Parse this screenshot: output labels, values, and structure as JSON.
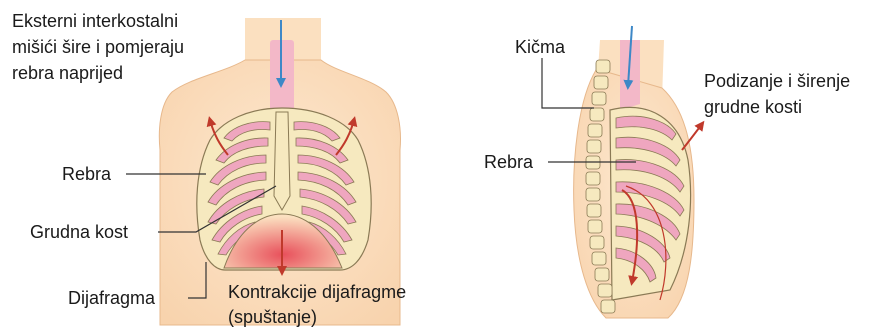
{
  "left_diagram": {
    "labels": {
      "intercostal_line1": "Eksterni interkostalni",
      "intercostal_line2": "mišići šire i pomjeraju",
      "intercostal_line3": "rebra naprijed",
      "ribs": "Rebra",
      "sternum": "Grudna kost",
      "diaphragm": "Dijafragma",
      "contraction_line1": "Kontrakcije dijafragme",
      "contraction_line2": "(spuštanje)"
    }
  },
  "right_diagram": {
    "labels": {
      "spine": "Kičma",
      "lift_line1": "Podizanje i širenje",
      "lift_line2": "grudne kosti",
      "ribs": "Rebra"
    }
  },
  "colors": {
    "skin": "#fbe0c0",
    "skin_outline": "#e7b88c",
    "bone": "#f6e9bf",
    "bone_outline": "#8a7a55",
    "rib_pink": "#efa6bf",
    "trachea": "#f3b8c8",
    "air_arrow": "#3d88c7",
    "movement_arrow": "#c0392b",
    "diaphragm_red": "#e8505b",
    "leader_line": "#333333"
  }
}
